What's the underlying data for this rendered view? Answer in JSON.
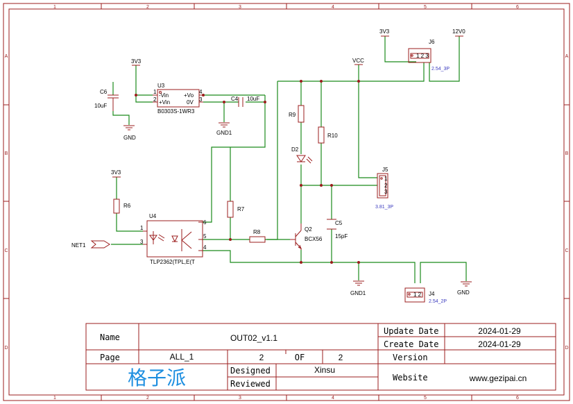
{
  "zones": {
    "columns": [
      "1",
      "2",
      "3",
      "4",
      "5",
      "6"
    ],
    "rows": [
      "A",
      "B",
      "C",
      "D"
    ]
  },
  "components": {
    "u3": {
      "ref": "U3",
      "value": "B0303S-1WR3",
      "pin1": "-Vin",
      "pin2": "+Vin",
      "pin4": "+Vo",
      "pin3": "0V",
      "n1": "1",
      "n2": "2",
      "n4": "4",
      "n3": "3"
    },
    "c6": {
      "ref": "C6",
      "value": "10uF"
    },
    "c4": {
      "ref": "C4",
      "value": "10uF"
    },
    "u4": {
      "ref": "U4",
      "value": "TLP2362(TPL,E(T",
      "n1": "1",
      "n3": "3",
      "n6": "6",
      "n5": "5",
      "n4": "4"
    },
    "r6": {
      "ref": "R6"
    },
    "r7": {
      "ref": "R7"
    },
    "r8": {
      "ref": "R8"
    },
    "r9": {
      "ref": "R9"
    },
    "r10": {
      "ref": "R10"
    },
    "d2": {
      "ref": "D2"
    },
    "q2": {
      "ref": "Q2",
      "value": "BCX56"
    },
    "c5": {
      "ref": "C5",
      "value": "15pF"
    },
    "j6": {
      "ref": "J6",
      "value": "2.54_3P",
      "pins": "1 2 3"
    },
    "j5": {
      "ref": "J5",
      "value": "3.81_3P",
      "p1": "1",
      "p2": "2",
      "p3": "3"
    },
    "j4": {
      "ref": "J4",
      "value": "2.54_2P",
      "pins": "1 2"
    }
  },
  "nets": {
    "v3v3_a": "3V3",
    "v3v3_b": "3V3",
    "v3v3_c": "3V3",
    "v12": "12V0",
    "vcc": "VCC",
    "gnd": "GND",
    "gnd1_a": "GND1",
    "gnd1_b": "GND1",
    "net1": "NET1"
  },
  "title_block": {
    "name_label": "Name",
    "name_value": "OUT02_v1.1",
    "update_label": "Update Date",
    "update_value": "2024-01-29",
    "create_label": "Create Date",
    "create_value": "2024-01-29",
    "page_label": "Page",
    "page_value": "ALL_1",
    "page_num": "2",
    "page_of": "OF",
    "page_total": "2",
    "version_label": "Version",
    "version_value": "",
    "logo_text": "格子派",
    "designed_label": "Designed",
    "designed_value": "Xinsu",
    "reviewed_label": "Reviewed",
    "reviewed_value": "",
    "website_label": "Website",
    "website_value": "www.gezipai.cn"
  },
  "colors": {
    "frame": "#9b1c1c",
    "wire": "#1a8a1a",
    "logo": "#1e8fe0",
    "junction": "#9b1c1c"
  }
}
